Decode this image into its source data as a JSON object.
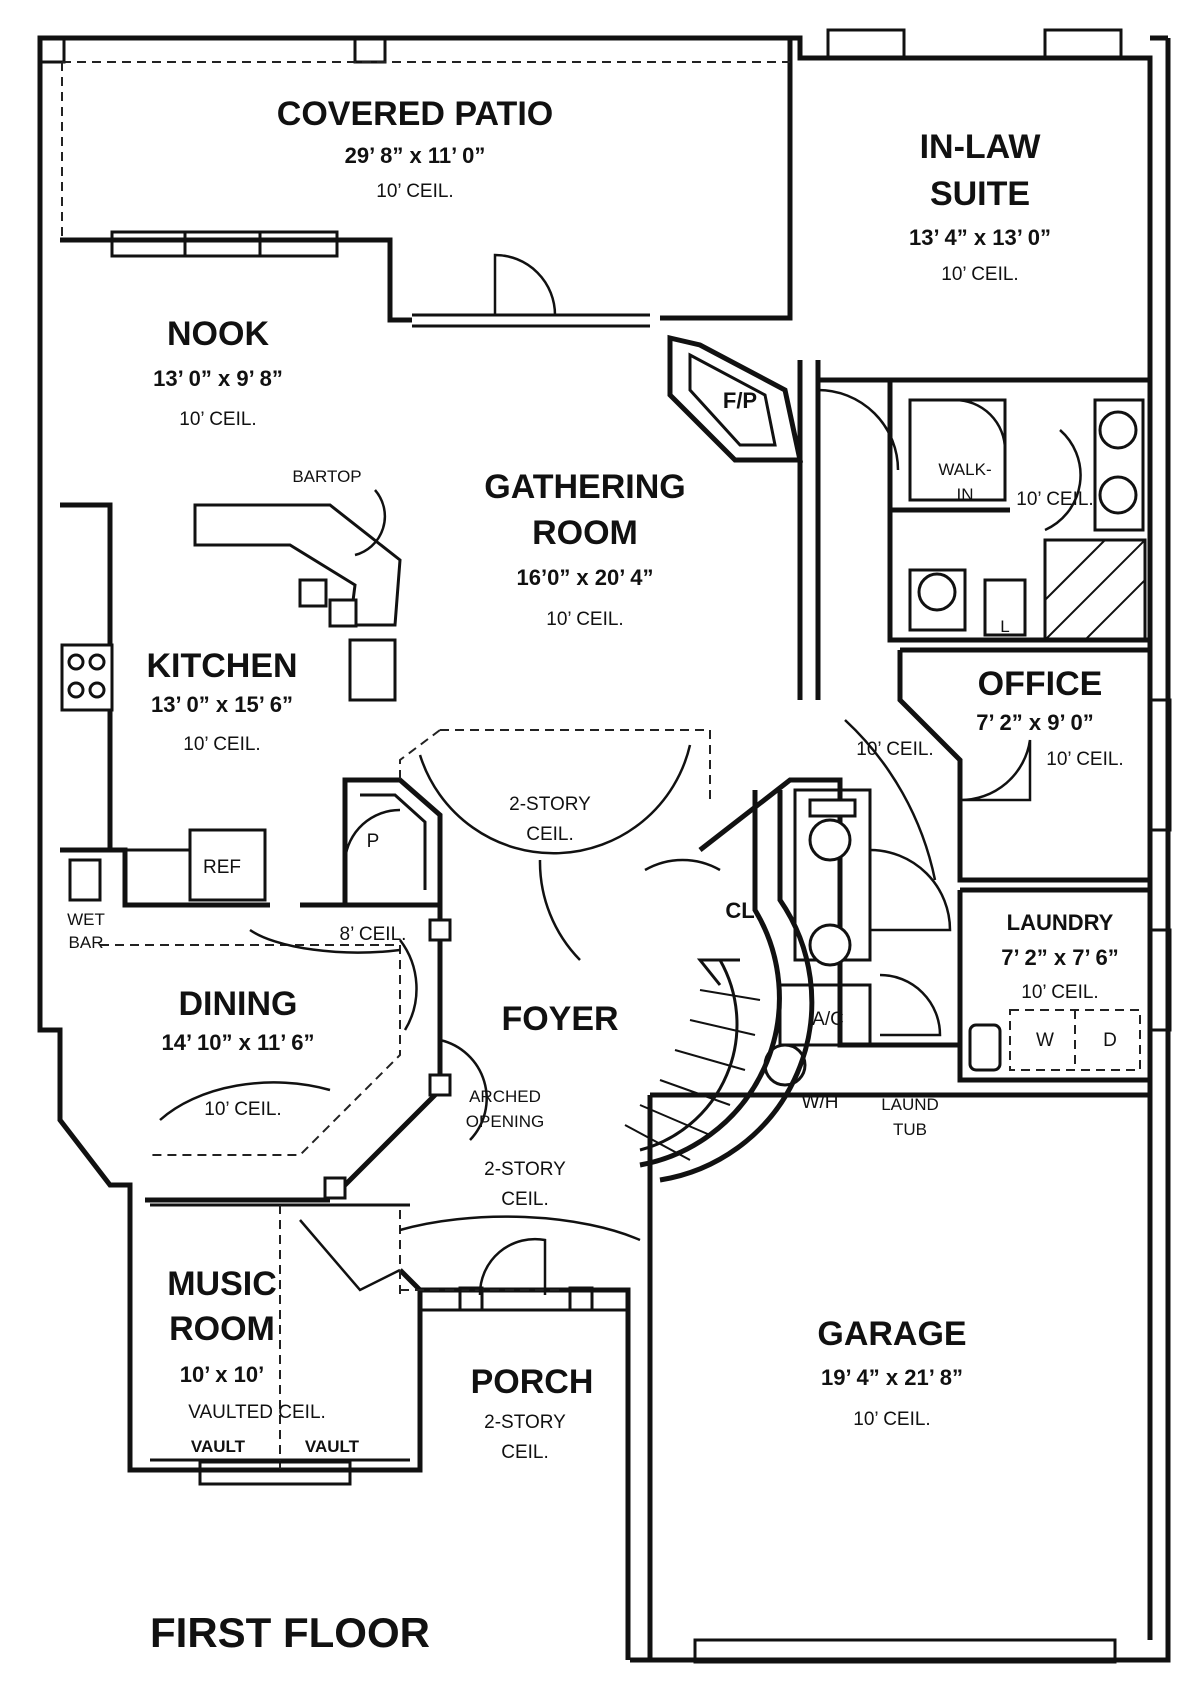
{
  "plan": {
    "title": "FIRST FLOOR",
    "rooms": {
      "covered_patio": {
        "name": "COVERED PATIO",
        "dims": "29’ 8” x 11’ 0”",
        "ceil": "10’ CEIL."
      },
      "inlaw_suite": {
        "name_line1": "IN-LAW",
        "name_line2": "SUITE",
        "dims": "13’ 4” x 13’ 0”",
        "ceil": "10’ CEIL."
      },
      "nook": {
        "name": "NOOK",
        "dims": "13’ 0” x 9’ 8”",
        "ceil": "10’ CEIL."
      },
      "gathering_room": {
        "name_line1": "GATHERING",
        "name_line2": "ROOM",
        "dims": "16’0” x 20’ 4”",
        "ceil": "10’ CEIL."
      },
      "kitchen": {
        "name": "KITCHEN",
        "dims": "13’ 0” x 15’ 6”",
        "ceil": "10’ CEIL."
      },
      "office": {
        "name": "OFFICE",
        "dims": "7’ 2” x 9’ 0”",
        "ceil": "10’ CEIL."
      },
      "laundry": {
        "name": "LAUNDRY",
        "dims": "7’ 2” x 7’ 6”",
        "ceil": "10’ CEIL."
      },
      "dining": {
        "name": "DINING",
        "dims": "14’ 10” x 11’ 6”",
        "ceil": "10’ CEIL."
      },
      "foyer": {
        "name": "FOYER"
      },
      "music_room": {
        "name_line1": "MUSIC",
        "name_line2": "ROOM",
        "dims": "10’ x 10’",
        "ceil": "VAULTED CEIL."
      },
      "porch": {
        "name": "PORCH",
        "ceil_line1": "2-STORY",
        "ceil_line2": "CEIL."
      },
      "garage": {
        "name": "GARAGE",
        "dims": "19’ 4” x 21’ 8”",
        "ceil": "10’ CEIL."
      }
    },
    "labels": {
      "fp": "F/P",
      "bartop": "BARTOP",
      "walk_in_line1": "WALK-",
      "walk_in_line2": "IN",
      "suite_ceil": "10’ CEIL.",
      "linen": "L",
      "hall_ceil": "10’ CEIL.",
      "ref": "REF",
      "pantry": "P",
      "wet_bar_line1": "WET",
      "wet_bar_line2": "BAR",
      "dining_ceil_8": "8’ CEIL.",
      "two_story_upper_line1": "2-STORY",
      "two_story_upper_line2": "CEIL.",
      "two_story_lower_line1": "2-STORY",
      "two_story_lower_line2": "CEIL.",
      "closet": "CL",
      "ac": "A/C",
      "water_heater": "W/H",
      "washer": "W",
      "dryer": "D",
      "laund_tub_line1": "LAUND",
      "laund_tub_line2": "TUB",
      "arched_line1": "ARCHED",
      "arched_line2": "OPENING",
      "vault_left": "VAULT",
      "vault_right": "VAULT"
    }
  }
}
